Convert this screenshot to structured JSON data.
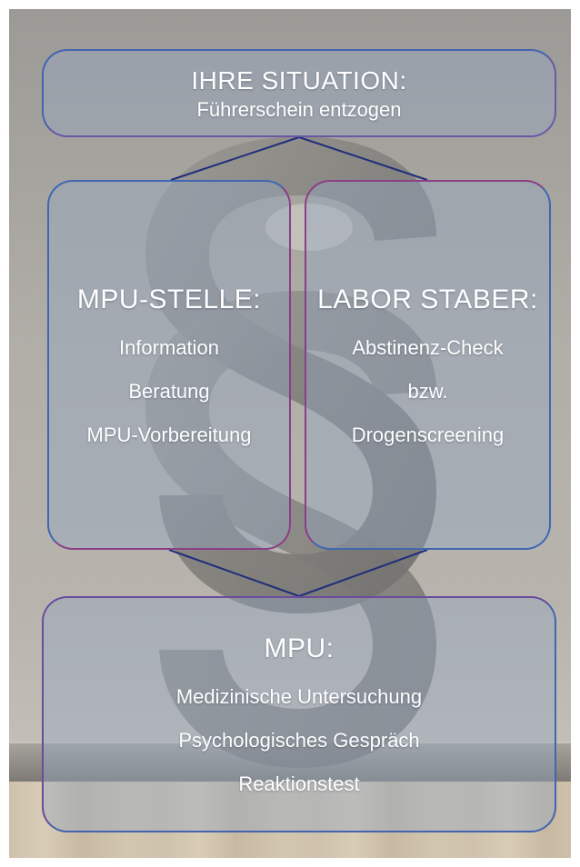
{
  "situation": {
    "title": "IHRE SITUATION:",
    "subtitle": "Führerschein entzogen"
  },
  "mpu_stelle": {
    "title": "MPU-STELLE:",
    "items": [
      "Information",
      "Beratung",
      "MPU-Vorbereitung"
    ]
  },
  "labor": {
    "title": "LABOR STABER:",
    "items": [
      "Abstinenz-Check",
      "bzw.",
      "Drogenscreening"
    ]
  },
  "mpu": {
    "title": "MPU:",
    "items": [
      "Medizinische Untersuchung",
      "Psychologisches Gespräch",
      "Reaktionstest"
    ]
  },
  "colors": {
    "border_blue": "#3c5fa8",
    "border_purple": "#8a3f86",
    "connector": "#1f2f7a",
    "box_fill": "rgba(148,168,192,0.42)"
  }
}
